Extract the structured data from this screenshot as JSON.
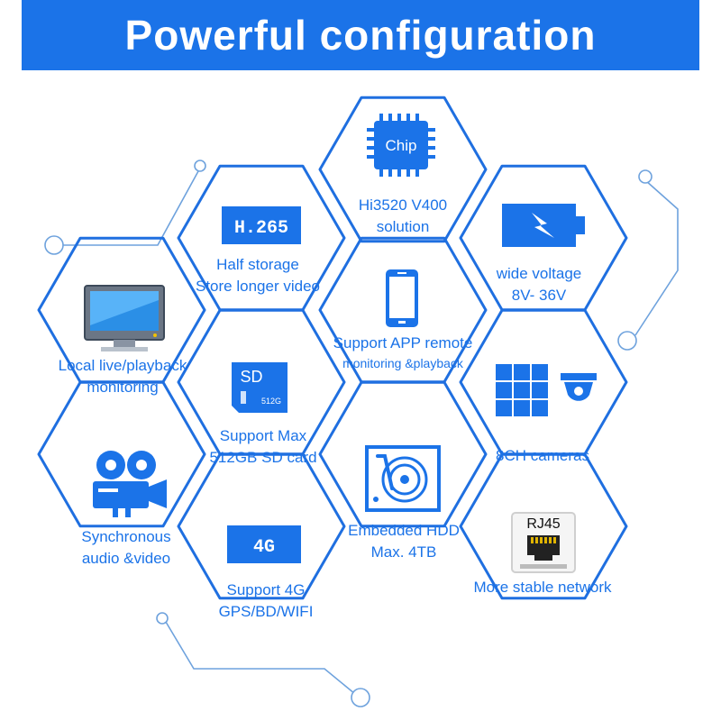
{
  "banner": {
    "title": "Powerful configuration"
  },
  "colors": {
    "accent": "#1b73e8",
    "hex_line": "#1f6fe0",
    "deco_line": "#6ea2dd",
    "bg": "#ffffff"
  },
  "features": [
    {
      "id": "chip",
      "icon": "chip-icon",
      "icon_text": "Chip",
      "lines": [
        "Hi3520 V400",
        "solution"
      ]
    },
    {
      "id": "h265",
      "icon": "h265-badge-icon",
      "icon_text": "H.265",
      "lines": [
        "Half storage",
        "Store longer video"
      ]
    },
    {
      "id": "voltage",
      "icon": "battery-charging-icon",
      "lines": [
        "wide voltage",
        "8V- 36V"
      ]
    },
    {
      "id": "local",
      "icon": "monitor-icon",
      "lines": [
        "Local live/playback",
        "monitoring"
      ]
    },
    {
      "id": "app",
      "icon": "smartphone-icon",
      "lines": [
        "Support APP remote",
        "monitoring &playback"
      ]
    },
    {
      "id": "sd",
      "icon": "sd-card-icon",
      "icon_text": "SD",
      "icon_sub": "512G",
      "lines": [
        "Support Max",
        "512GB SD card"
      ]
    },
    {
      "id": "cameras",
      "icon": "camera-grid-icon",
      "lines": [
        "8CH cameras"
      ]
    },
    {
      "id": "av",
      "icon": "film-camera-icon",
      "lines": [
        "Synchronous",
        "audio &video"
      ]
    },
    {
      "id": "hdd",
      "icon": "hard-disk-icon",
      "lines": [
        "Embedded HDD",
        "Max. 4TB"
      ]
    },
    {
      "id": "network",
      "icon": "rj45-port-icon",
      "icon_text": "RJ45",
      "lines": [
        "More stable network"
      ]
    },
    {
      "id": "fourg",
      "icon": "4g-badge-icon",
      "icon_text": "4G",
      "lines": [
        "Support 4G",
        "GPS/BD/WIFI"
      ]
    }
  ]
}
